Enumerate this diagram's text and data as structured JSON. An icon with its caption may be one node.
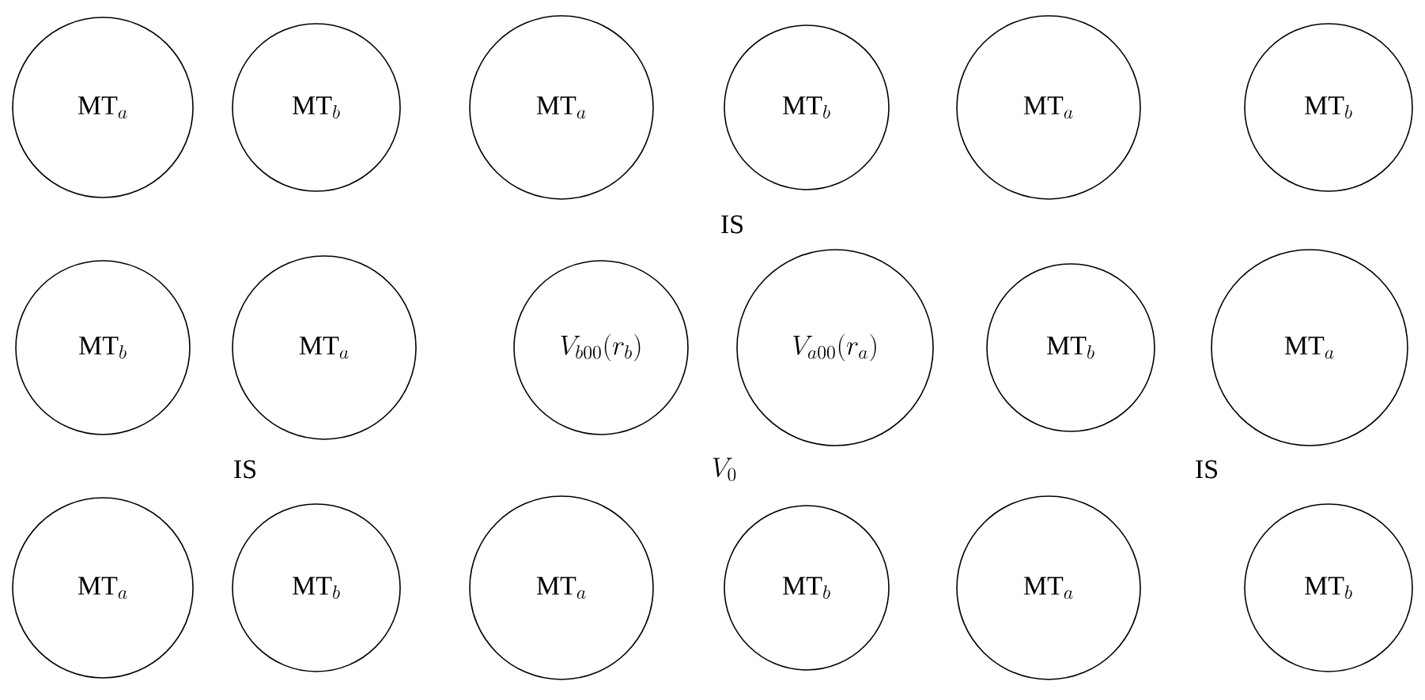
{
  "diagram": {
    "nodes": [
      {
        "text": [
          "\\mathrm{MT}_a"
        ]
      },
      {
        "text": [
          "\\mathrm{MT}_b"
        ]
      },
      {
        "text": [
          "\\mathrm{MT}_a"
        ]
      },
      {
        "text": [
          "\\mathrm{MT}_b"
        ]
      },
      {
        "text": [
          "\\mathrm{MT}_a"
        ]
      },
      {
        "text": [
          "\\mathrm{MT}_b"
        ]
      },
      {
        "text": [
          "\\mathrm{MT}_b"
        ]
      },
      {
        "text": [
          "\\mathrm{MT}_a"
        ]
      },
      {
        "text": [
          "V_{b00}(r_b)"
        ]
      },
      {
        "text": [
          "V_{a00}(r_a)"
        ]
      },
      {
        "text": [
          "\\mathrm{MT}_b"
        ]
      },
      {
        "text": [
          "\\mathrm{MT}_a"
        ]
      },
      {
        "text": [
          "\\mathrm{MT}_a"
        ]
      },
      {
        "text": [
          "\\mathrm{MT}_b"
        ]
      },
      {
        "text": [
          "\\mathrm{MT}_a"
        ]
      },
      {
        "text": [
          "\\mathrm{MT}_b"
        ]
      },
      {
        "text": [
          "\\mathrm{MT}_a"
        ]
      },
      {
        "text": [
          "\\mathrm{MT}_b"
        ]
      }
    ],
    "labels": [
      "IS",
      "IS",
      "V_0",
      "IS"
    ]
  }
}
